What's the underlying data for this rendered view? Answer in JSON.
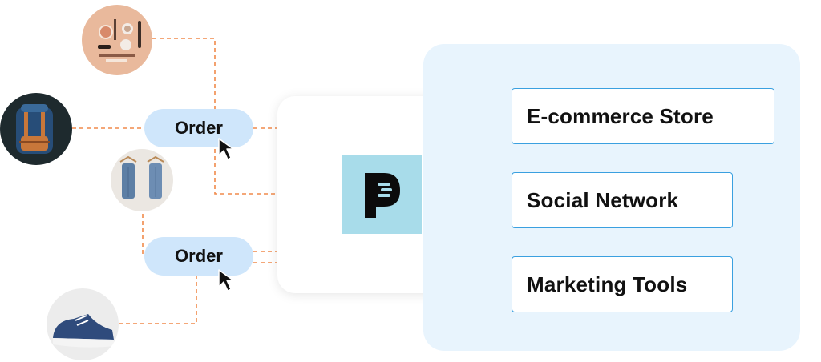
{
  "orders": [
    {
      "label": "Order"
    },
    {
      "label": "Order"
    }
  ],
  "channels": [
    {
      "label": "E-commerce Store"
    },
    {
      "label": "Social Network"
    },
    {
      "label": "Marketing Tools"
    }
  ],
  "products": [
    {
      "icon": "cosmetics-icon"
    },
    {
      "icon": "backpack-icon"
    },
    {
      "icon": "jeans-icon"
    },
    {
      "icon": "sneaker-icon"
    }
  ],
  "hub": {
    "logo_icon": "printify-logo-icon"
  },
  "colors": {
    "connector": "#f08a4b",
    "order_pill": "#cfe6fb",
    "panel": "#e8f4fd",
    "channel_border": "#3aa0e0",
    "logo_tile": "#a8dcea"
  }
}
